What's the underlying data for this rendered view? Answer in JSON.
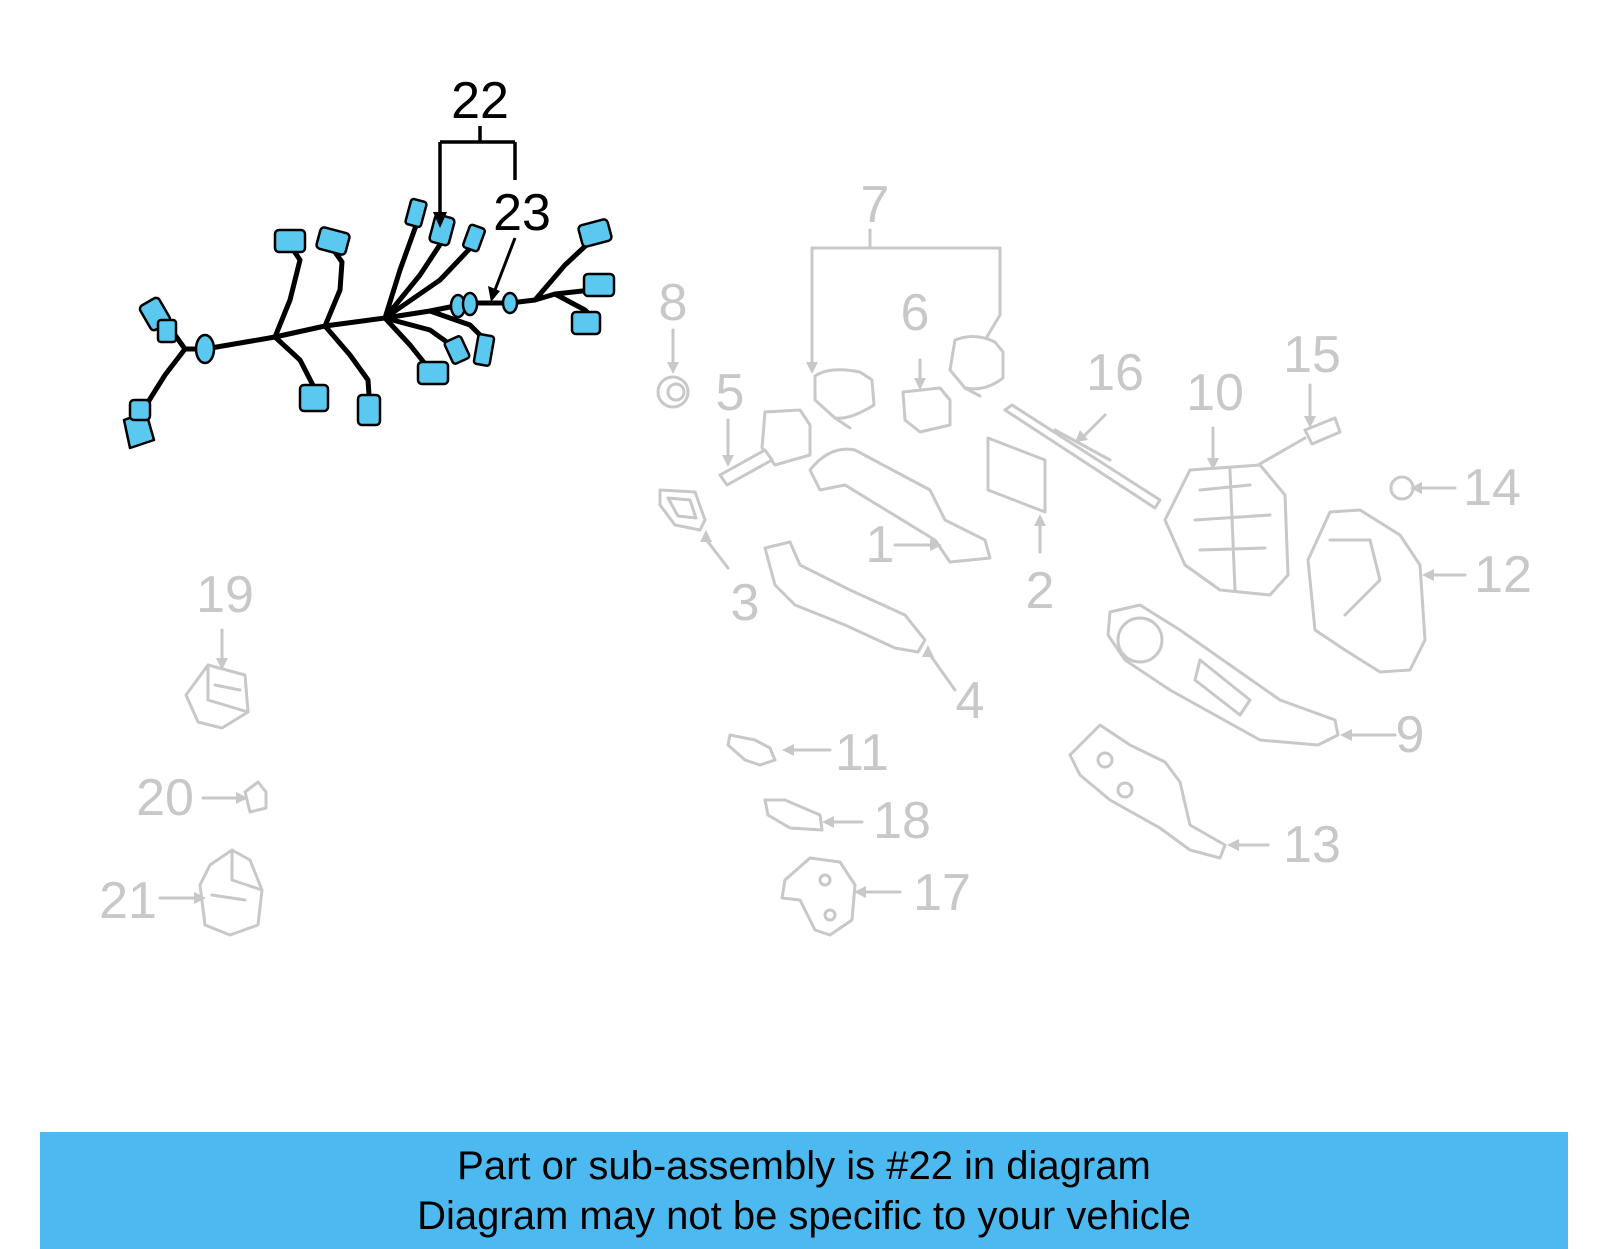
{
  "diagram": {
    "callouts": {
      "c1": "1",
      "c2": "2",
      "c3": "3",
      "c4": "4",
      "c5": "5",
      "c6": "6",
      "c7": "7",
      "c8": "8",
      "c9": "9",
      "c10": "10",
      "c11": "11",
      "c12": "12",
      "c13": "13",
      "c14": "14",
      "c15": "15",
      "c16": "16",
      "c17": "17",
      "c18": "18",
      "c19": "19",
      "c20": "20",
      "c21": "21",
      "c22": "22",
      "c23": "23"
    },
    "highlighted_part": "22",
    "colors": {
      "highlight": "#5bc8f0",
      "inactive": "#c8c8c8",
      "banner": "#4cbaf0"
    }
  },
  "banner": {
    "line1": "Part or sub-assembly is #22 in diagram",
    "line2": "Diagram may not be specific to your vehicle"
  }
}
